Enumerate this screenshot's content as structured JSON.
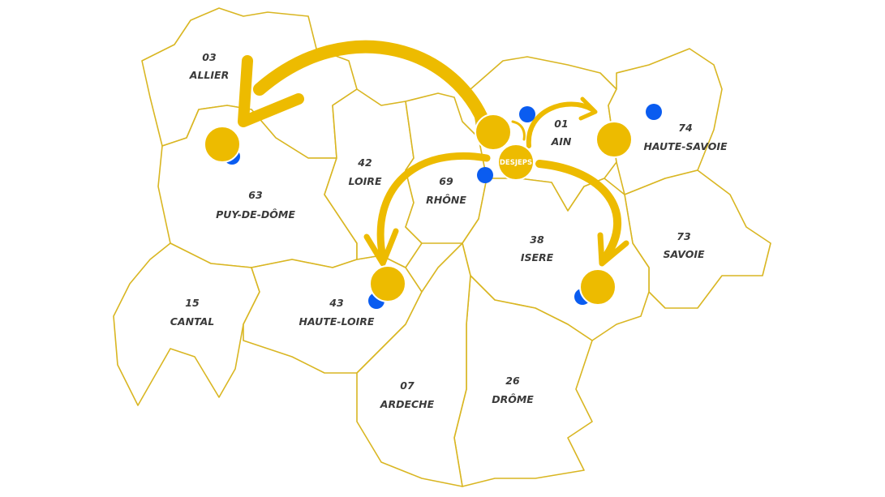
{
  "map": {
    "colors": {
      "accent_yellow": "#edbb00",
      "marker_blue": "#0a5cf0",
      "border": "#d9b622",
      "label": "#3a3a3a"
    },
    "hub_label": "DESJEPS",
    "departments": [
      {
        "code": "03",
        "name": "ALLIER"
      },
      {
        "code": "63",
        "name": "PUY-DE-DÔME"
      },
      {
        "code": "42",
        "name": "LOIRE"
      },
      {
        "code": "69",
        "name": "RHÔNE"
      },
      {
        "code": "01",
        "name": "AIN"
      },
      {
        "code": "74",
        "name": "HAUTE-SAVOIE"
      },
      {
        "code": "73",
        "name": "SAVOIE"
      },
      {
        "code": "38",
        "name": "ISERE"
      },
      {
        "code": "15",
        "name": "CANTAL"
      },
      {
        "code": "43",
        "name": "HAUTE-LOIRE"
      },
      {
        "code": "07",
        "name": "ARDECHE"
      },
      {
        "code": "26",
        "name": "DRÔME"
      }
    ]
  }
}
